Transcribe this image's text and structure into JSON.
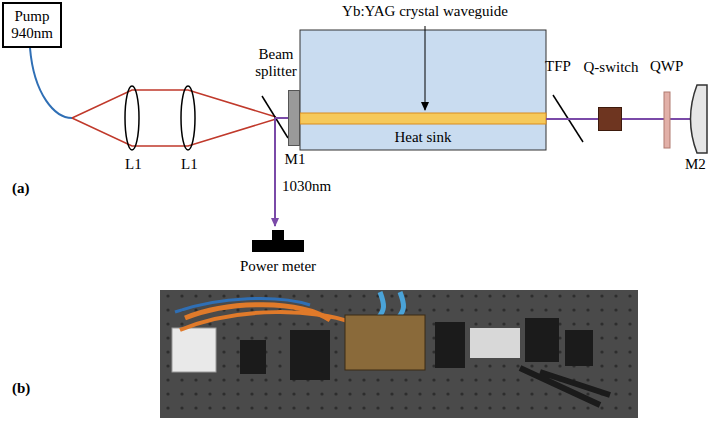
{
  "diagram": {
    "nodes": [
      {
        "text": [
          "Pump 940nm"
        ]
      },
      {
        "text": [
          "M1"
        ]
      },
      {
        "text": [
          "Yb:YAG crystal waveguide",
          "Heat sink"
        ]
      },
      {
        "text": [
          "Q-switch"
        ]
      },
      {
        "text": [
          "Power meter"
        ]
      }
    ],
    "edges": [
      {
        "from": 2,
        "to": 3,
        "arrow": "none"
      }
    ],
    "labels": [
      "Beam splitter",
      "L1",
      "L1",
      "TFP",
      "QWP",
      "M2",
      "1030nm",
      "(a)",
      "(b)"
    ]
  }
}
